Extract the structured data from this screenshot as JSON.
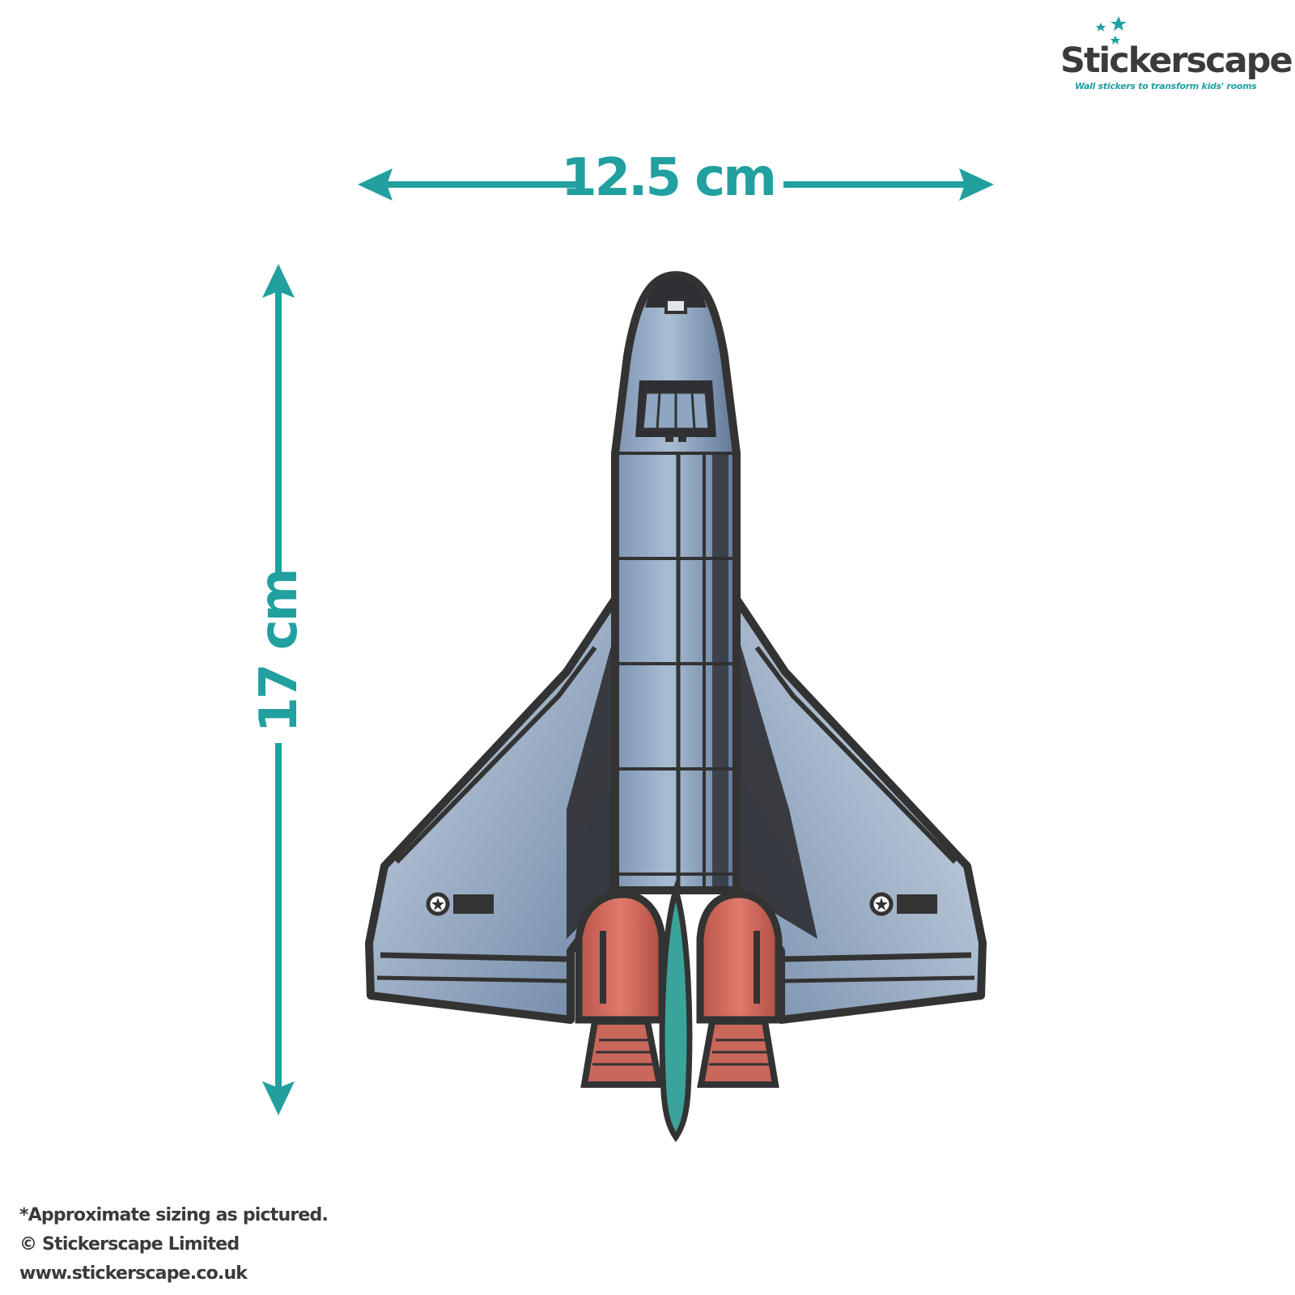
{
  "brand": {
    "name": "Stickerscape",
    "tagline": "Wall stickers to transform kids' rooms",
    "accent_color": "#22a0a0",
    "text_color": "#3b3b3b",
    "logo_icon": "stars-icon"
  },
  "dimensions": {
    "width_label": "12.5 cm",
    "height_label": "17 cm",
    "arrow_color": "#22a0a0"
  },
  "artwork": {
    "icon": "space-shuttle-illustration",
    "body_color": "#8fa6c2",
    "engine_color": "#d46a5c",
    "fin_color": "#3aa39a",
    "outline_color": "#333333"
  },
  "footer": {
    "disclaimer": "*Approximate sizing as pictured.",
    "copyright": "© Stickerscape Limited",
    "website": "www.stickerscape.co.uk"
  }
}
